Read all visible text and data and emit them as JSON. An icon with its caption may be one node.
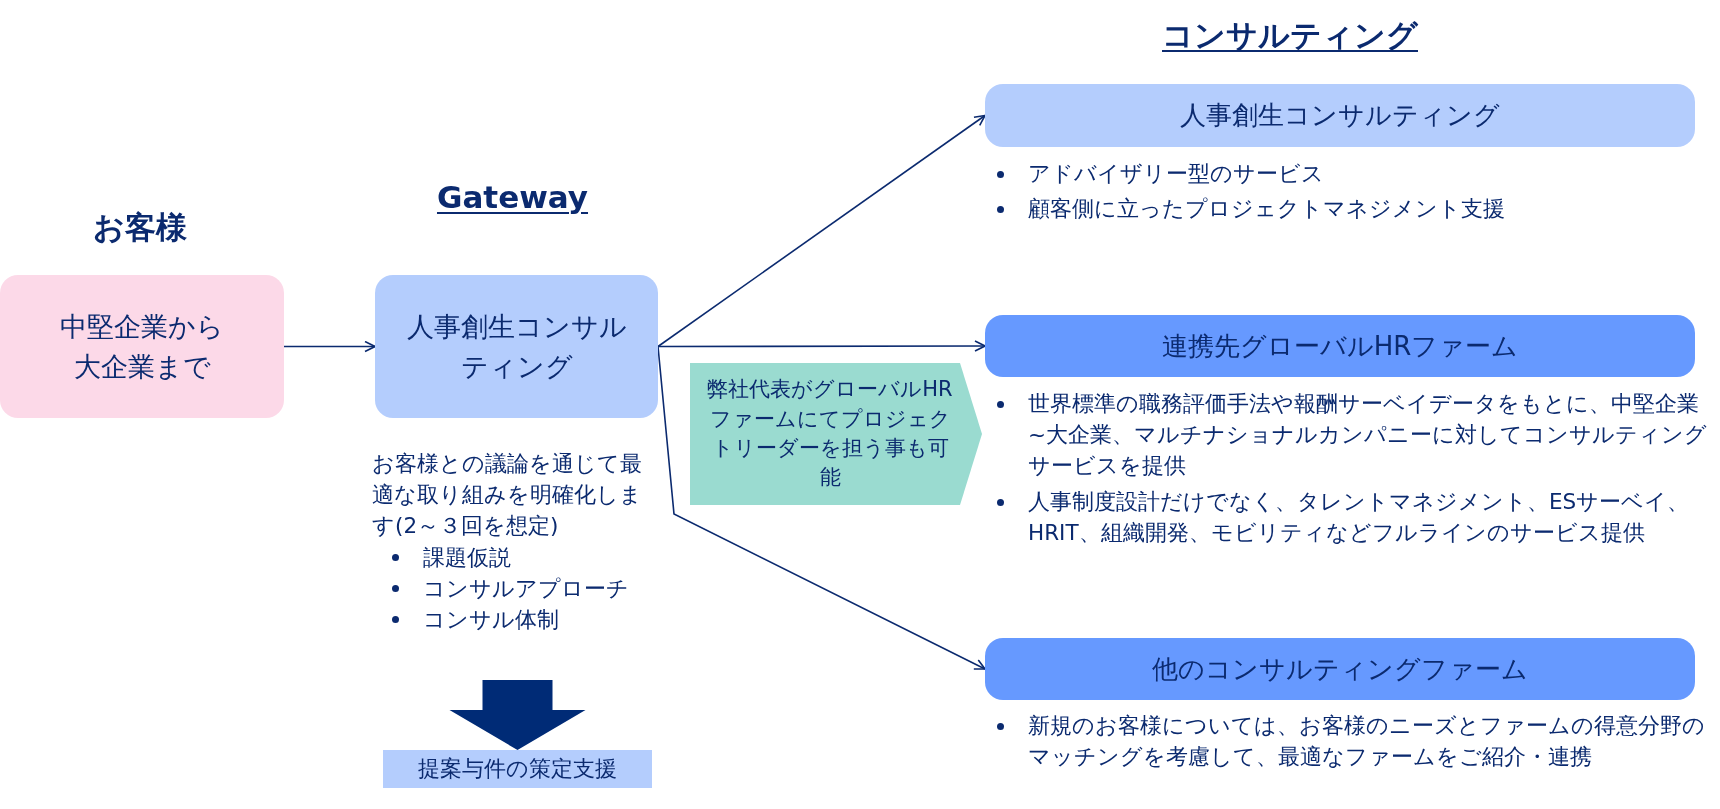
{
  "diagram": {
    "nodes": [
      {
        "text": [
          "中堅企業から大企業まで"
        ]
      },
      {
        "text": [
          "人事創生コンサルティング"
        ]
      },
      {
        "text": [
          "お客様との議論を通じて最適な取り組みを明確化します(2～３回を想定)",
          "課題仮説",
          "コンサルアプローチ",
          "コンサル体制"
        ]
      },
      {
        "text": [
          "提案与件の策定支援"
        ]
      },
      {
        "text": [
          "弊社代表がグローバルHRファームにてプロジェクトリーダーを担う事も可能"
        ]
      },
      {
        "text": [
          "人事創生コンサルティング"
        ],
        "beside": [
          "アドバイザリー型のサービス",
          "顧客側に立ったプロジェクトマネジメント支援"
        ]
      },
      {
        "text": [
          "連携先グローバルHRファーム"
        ],
        "beside": [
          "世界標準の職務評価手法や報酬サーベイデータをもとに、中堅企業~大企業、マルチナショナルカンパニーに対してコンサルティングサービスを提供",
          "人事制度設計だけでなく、タレントマネジメント、ESサーベイ、HRIT、組織開発、モビリティなどフルラインのサービス提供"
        ]
      },
      {
        "text": [
          "他のコンサルティングファーム"
        ],
        "beside": [
          "新規のお客様については、お客様のニーズとファームの得意分野のマッチングを考慮して、最適なファームをご紹介・連携"
        ]
      }
    ],
    "edges": [
      {
        "from": 0,
        "to": 1,
        "arrow": "to"
      },
      {
        "from": 1,
        "to": 5,
        "arrow": "to"
      },
      {
        "from": 1,
        "to": 6,
        "arrow": "to"
      },
      {
        "from": 1,
        "to": 7,
        "arrow": "to"
      },
      {
        "from": 2,
        "to": 3,
        "arrow": "to",
        "style": "thick"
      }
    ],
    "labels": [
      "コンサルティング",
      "Gateway",
      "お客様"
    ]
  }
}
